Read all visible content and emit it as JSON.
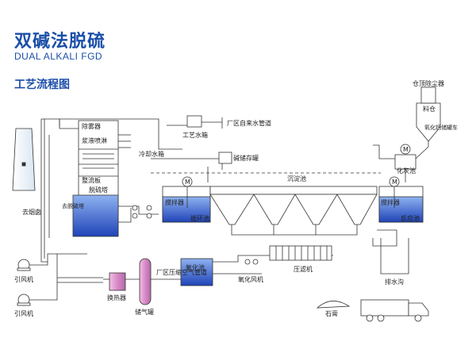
{
  "header": {
    "title": "双碱法脱硫",
    "subtitle": "DUAL ALKALI FGD",
    "section": "工艺流程图"
  },
  "diagram": {
    "labels": {
      "chimney_bypass": "去烟囱",
      "fan1": "引风机",
      "fan2": "引风机",
      "heat_exchanger": "换热器",
      "gas_tank": "储气罐",
      "compressed_air": "厂区压缩空气管道",
      "oxidation_pool": "氧化池",
      "oxidation_fan": "氧化风机",
      "filter_press": "压滤机",
      "drain": "排水沟",
      "gypsum": "石膏",
      "demister": "除雾器",
      "spray_layer": "浆液喷淋",
      "rectifier": "整流板",
      "desulf_tower": "脱硫塔",
      "desulf_tower_in": "去脱硫塔",
      "cooling_tank": "冷却水箱",
      "process_tank": "工艺水箱",
      "tap_water": "厂区自来水管道",
      "alkali_tank": "碱储存罐",
      "mixer1": "搅拌器",
      "circ_pool": "循环池",
      "settle_pool": "沉淀池",
      "mixer2": "搅拌器",
      "reaction_pool": "反应池",
      "lime_tank": "化灰池",
      "dust_collector": "仓顶除尘器",
      "silo": "料仓",
      "truck_tank": "氧化钙储罐车",
      "m1": "M",
      "m2": "M",
      "m3": "M"
    }
  }
}
